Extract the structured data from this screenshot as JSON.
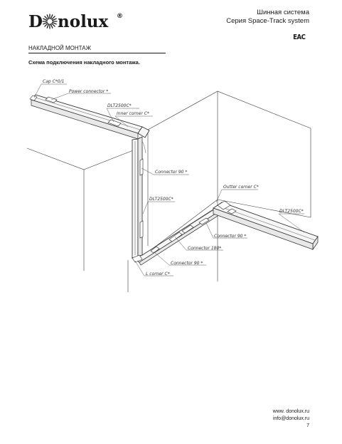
{
  "header": {
    "logo_text_a": "D",
    "logo_text_b": "nolux",
    "logo_reg": "®",
    "system_ru": "Шинная система",
    "system_en": "Серия Space-Track system",
    "cert_mark": "EAC"
  },
  "section": {
    "title": "НАКЛАДНОЙ МОНТАЖ",
    "scheme_title": "Схема подключения накладного монтажа."
  },
  "labels": {
    "cap": "Cap C*0/1",
    "power_connector": "Power connector *",
    "track_top": "DLT2500C*",
    "inner_corner": "Inner corner C*",
    "connector_90_a": "Connector 90 *",
    "track_vertical": "DLT2500C*",
    "outter_corner": "Outter corner C*",
    "track_right": "DLT2500C*",
    "connector_90_b": "Connector 90 *",
    "connector_180": "Connector 180*",
    "connector_90_c": "Connector 90 *",
    "l_corner": "L corner C*"
  },
  "footer": {
    "website": "www. donolux.ru",
    "email": "info@donolux.ru",
    "page_number": "7"
  }
}
